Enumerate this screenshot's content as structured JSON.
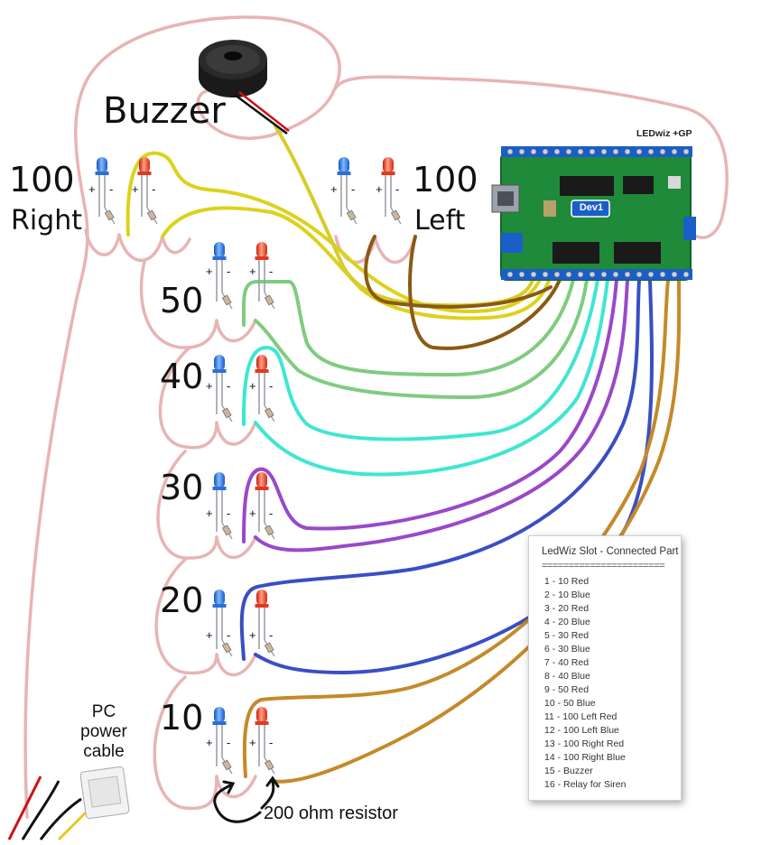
{
  "labels": {
    "buzzer": "Buzzer",
    "led100_right_num": "100",
    "led100_right_word": "Right",
    "led100_left_num": "100",
    "led100_left_word": "Left",
    "led50": "50",
    "led40": "40",
    "led30": "30",
    "led20": "20",
    "led10": "10",
    "plus": "+",
    "minus": "-",
    "pc_cable": [
      "PC",
      "power",
      "cable"
    ],
    "resistor": "200 ohm resistor",
    "board_name": "LEDwiz +GP",
    "board_badge": "Dev1"
  },
  "legend": {
    "title": "LedWiz Slot - Connected Part",
    "separator": "=======================",
    "items": [
      "1 - 10 Red",
      "2 - 10 Blue",
      "3 - 20 Red",
      "4 - 20 Blue",
      "5 - 30 Red",
      "6 - 30 Blue",
      "7 - 40 Red",
      "8 - 40 Blue",
      "9 - 50 Red",
      "10 - 50 Blue",
      "11 - 100 Left Red",
      "12 - 100 Left Blue",
      "13 - 100 Right Red",
      "14 - 100 Right Blue",
      "15 - Buzzer",
      "16 - Relay for Siren"
    ]
  },
  "colors": {
    "ground_wire": "#e8b4b4",
    "yellow_wire": "#dcd21c",
    "brown_wire": "#8a5a14",
    "green_wire": "#7fcc7f",
    "cyan_wire": "#3fe6d2",
    "purple_wire": "#9a48c8",
    "blue_wire": "#3a4ec4",
    "orange_wire": "#c48a2a",
    "board_green": "#1e8a3a",
    "led_blue": "#2a7be8",
    "led_red": "#f04020"
  }
}
